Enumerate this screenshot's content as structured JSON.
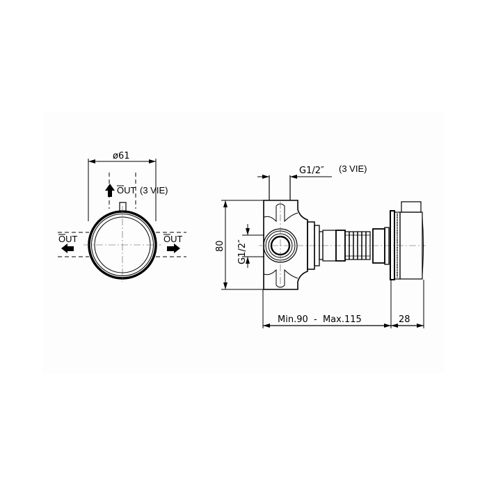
{
  "drawing": {
    "type": "technical-drawing",
    "views": {
      "front": {
        "diameter_label": "ø61",
        "top_outlet_label": "OUT",
        "top_outlet_note": "(3 VIE)",
        "left_outlet_label": "OUT",
        "right_outlet_label": "OUT"
      },
      "side": {
        "top_thread_label": "G1/2″",
        "top_thread_note": "(3 VIE)",
        "inlet_thread_label": "G1/2″",
        "height_label": "80",
        "depth_range_label": "Min.90  -  Max.115",
        "cap_depth_label": "28"
      }
    },
    "colors": {
      "line": "#000000",
      "panel": "#fdfdfd",
      "background": "#ffffff"
    }
  }
}
